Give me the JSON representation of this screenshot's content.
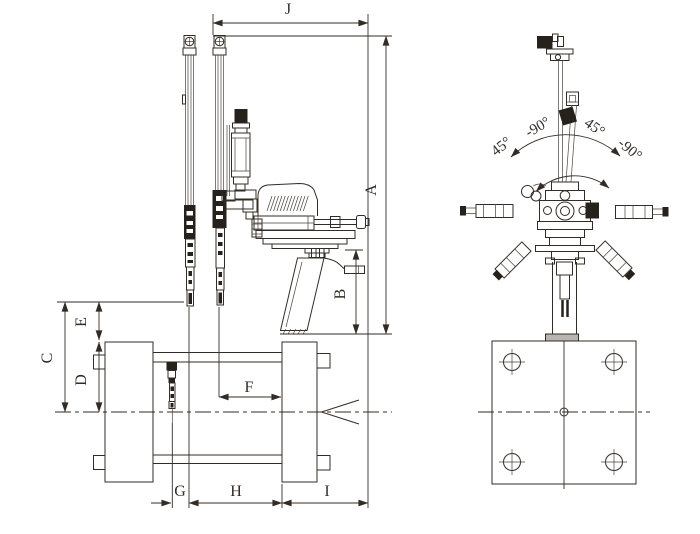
{
  "drawing": {
    "background": "#ffffff",
    "line_color": "#332c26",
    "black_fill": "#27211b",
    "gray_fill": "#b8b4b0"
  },
  "front_view": {
    "dimension_labels": {
      "J": "J",
      "A": "A",
      "B": "B",
      "C": "C",
      "D": "D",
      "E": "E",
      "F": "F",
      "G": "G",
      "H": "H",
      "I": "I"
    }
  },
  "side_view": {
    "angle_labels": {
      "left_outer": "45°",
      "left_inner": "-90°",
      "right_inner": "45°",
      "right_outer": "-90°"
    }
  }
}
